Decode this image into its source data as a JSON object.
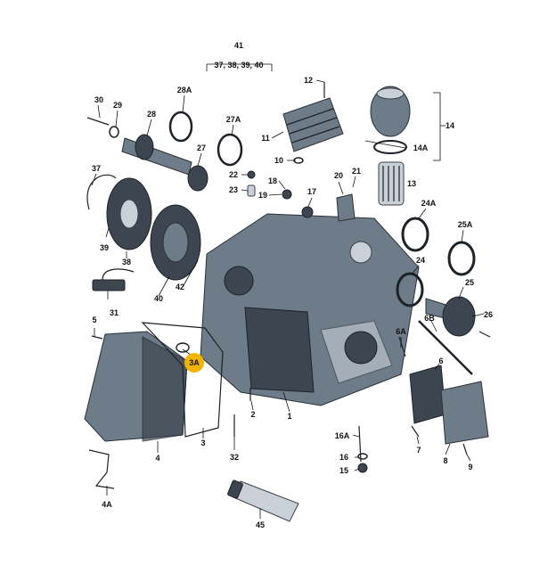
{
  "diagram": {
    "parts": [
      {
        "id": "1",
        "label": "1"
      },
      {
        "id": "2",
        "label": "2"
      },
      {
        "id": "3",
        "label": "3"
      },
      {
        "id": "3A",
        "label": "3A",
        "highlighted": true
      },
      {
        "id": "4",
        "label": "4"
      },
      {
        "id": "4A",
        "label": "4A"
      },
      {
        "id": "5",
        "label": "5"
      },
      {
        "id": "6",
        "label": "6"
      },
      {
        "id": "6A",
        "label": "6A"
      },
      {
        "id": "6B",
        "label": "6B"
      },
      {
        "id": "7",
        "label": "7"
      },
      {
        "id": "8",
        "label": "8"
      },
      {
        "id": "9",
        "label": "9"
      },
      {
        "id": "10",
        "label": "10"
      },
      {
        "id": "11",
        "label": "11"
      },
      {
        "id": "12",
        "label": "12"
      },
      {
        "id": "13",
        "label": "13"
      },
      {
        "id": "14",
        "label": "14"
      },
      {
        "id": "14A",
        "label": "14A"
      },
      {
        "id": "15",
        "label": "15"
      },
      {
        "id": "16",
        "label": "16"
      },
      {
        "id": "16A",
        "label": "16A"
      },
      {
        "id": "17",
        "label": "17"
      },
      {
        "id": "18",
        "label": "18"
      },
      {
        "id": "19",
        "label": "19"
      },
      {
        "id": "20",
        "label": "20"
      },
      {
        "id": "21",
        "label": "21"
      },
      {
        "id": "22",
        "label": "22"
      },
      {
        "id": "23",
        "label": "23"
      },
      {
        "id": "24",
        "label": "24"
      },
      {
        "id": "24A",
        "label": "24A"
      },
      {
        "id": "25",
        "label": "25"
      },
      {
        "id": "25A",
        "label": "25A"
      },
      {
        "id": "26",
        "label": "26"
      },
      {
        "id": "27",
        "label": "27"
      },
      {
        "id": "27A",
        "label": "27A"
      },
      {
        "id": "28",
        "label": "28"
      },
      {
        "id": "28A",
        "label": "28A"
      },
      {
        "id": "29",
        "label": "29"
      },
      {
        "id": "30",
        "label": "30"
      },
      {
        "id": "31",
        "label": "31"
      },
      {
        "id": "32",
        "label": "32"
      },
      {
        "id": "37",
        "label": "37"
      },
      {
        "id": "38",
        "label": "38"
      },
      {
        "id": "39",
        "label": "39"
      },
      {
        "id": "40",
        "label": "40"
      },
      {
        "id": "41",
        "label": "41"
      },
      {
        "id": "41-kit",
        "label": "37, 38, 39, 40"
      },
      {
        "id": "42",
        "label": "42"
      },
      {
        "id": "45",
        "label": "45"
      }
    ],
    "colors": {
      "highlight": "#f2b400",
      "metal_dark": "#3c4550",
      "metal_mid": "#6e7b88",
      "metal_light": "#c9d0d8"
    }
  }
}
